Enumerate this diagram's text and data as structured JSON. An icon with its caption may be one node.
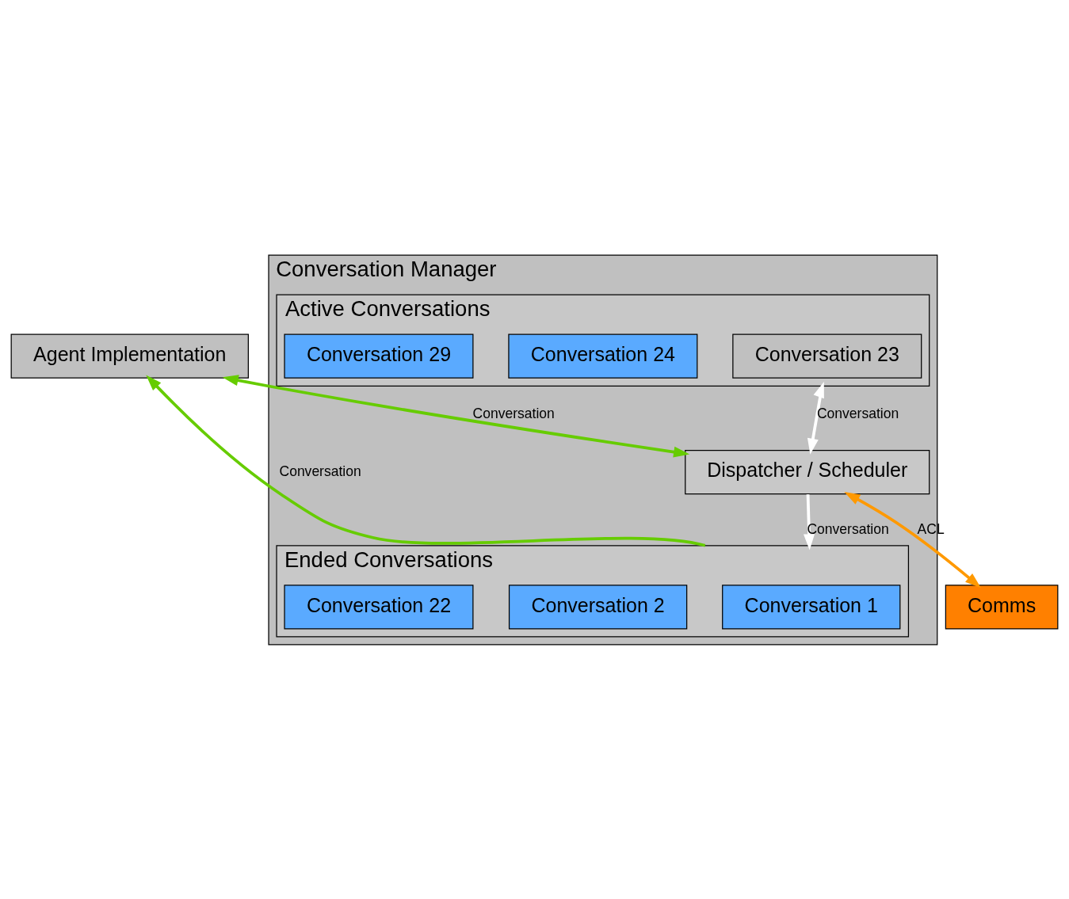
{
  "diagram": {
    "nodes": [
      {
        "text": [
          "Agent Implementation"
        ]
      },
      {
        "text": [
          "Conversation Manager"
        ]
      },
      {
        "text": [
          "Active Conversations"
        ],
        "in": 1
      },
      {
        "text": [
          "Conversation 23"
        ],
        "in": 2
      },
      {
        "text": [
          "Conversation 24"
        ],
        "in": 2
      },
      {
        "text": [
          "Conversation 29"
        ],
        "in": 2
      },
      {
        "text": [
          "Dispatcher / Scheduler"
        ],
        "in": 1
      },
      {
        "text": [
          "Ended Conversations"
        ],
        "in": 1
      },
      {
        "text": [
          "Conversation 1"
        ],
        "in": 7
      },
      {
        "text": [
          "Conversation 2"
        ],
        "in": 7
      },
      {
        "text": [
          "Conversation 22"
        ],
        "in": 7
      },
      {
        "text": [
          "Comms"
        ]
      }
    ],
    "edges": [
      {
        "from": 0,
        "to": 6,
        "arrow": "both",
        "label": "Conversation",
        "color": "#66cc00"
      },
      {
        "from": 7,
        "to": 0,
        "arrow": "to",
        "label": "Conversation",
        "color": "#66cc00"
      },
      {
        "from": 2,
        "to": 6,
        "arrow": "both",
        "label": "Conversation",
        "color": "#ffffff"
      },
      {
        "from": 6,
        "to": 7,
        "arrow": "to",
        "label": "Conversation",
        "color": "#ffffff"
      },
      {
        "from": 11,
        "to": 6,
        "arrow": "both",
        "label": "ACL",
        "color": "#ff9900"
      }
    ]
  }
}
